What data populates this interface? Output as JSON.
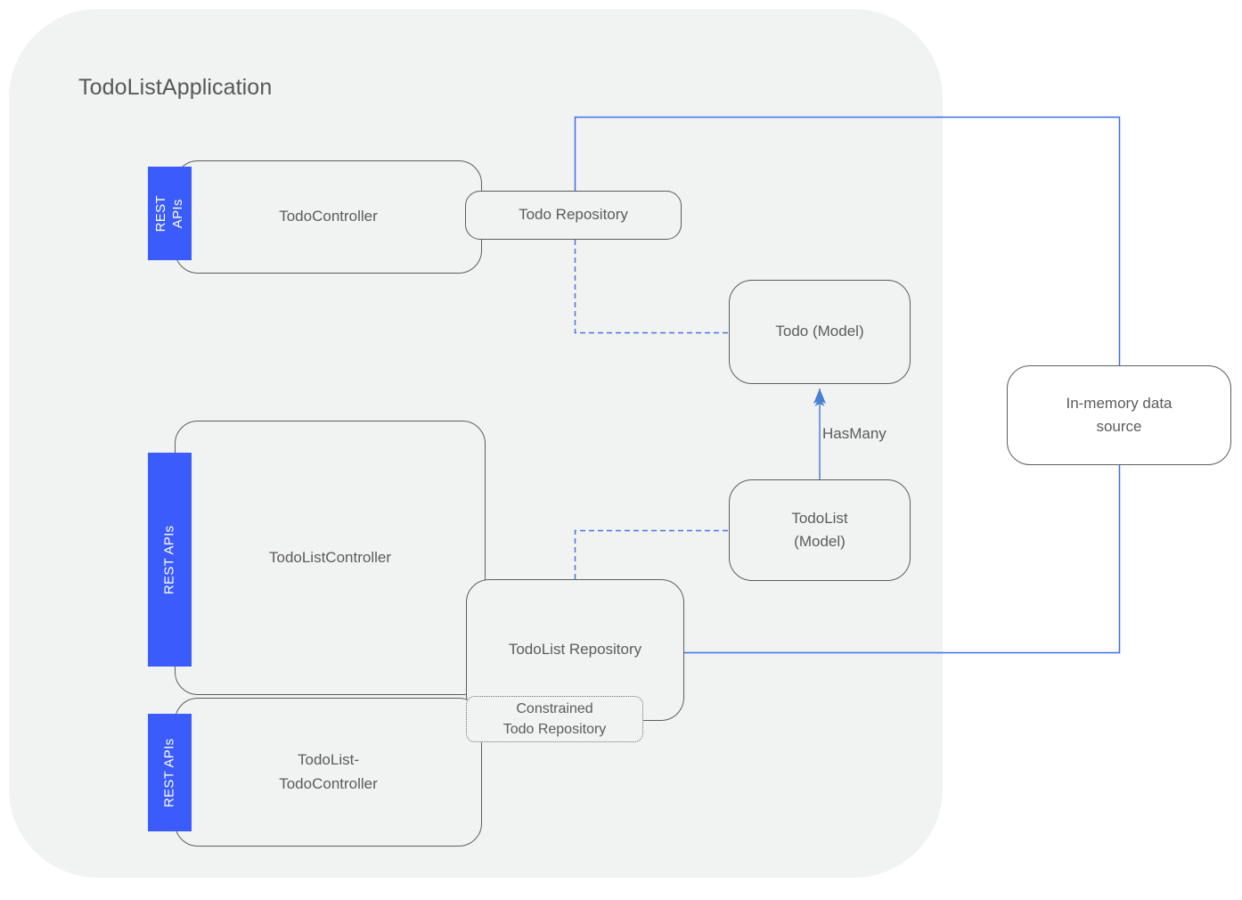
{
  "diagram": {
    "title": "TodoListApplication",
    "colors": {
      "container_bg": "#f1f3f2",
      "page_bg": "#ffffff",
      "node_border": "#5a5e5d",
      "node_text": "#5b5b5b",
      "badge_bg": "#3b5bfb",
      "badge_text": "#ffffff",
      "connector_solid": "#3b6fe8",
      "connector_dashed": "#4a72ea",
      "relation_arrow": "#4a80d0"
    }
  },
  "nodes": {
    "todo_controller": {
      "label": "TodoController"
    },
    "todo_repository": {
      "label": "Todo Repository"
    },
    "todo_model": {
      "label": "Todo (Model)"
    },
    "todolist_model": {
      "label": "TodoList\n(Model)",
      "line1": "TodoList",
      "line2": "(Model)"
    },
    "in_memory_data_source": {
      "label": "In-memory data\nsource",
      "line1": "In-memory data",
      "line2": "source"
    },
    "todolist_controller": {
      "label": "TodoListController"
    },
    "todolist_repository": {
      "label": "TodoList Repository"
    },
    "constrained_todo_repository": {
      "label": "Constrained\nTodo Repository",
      "line1": "Constrained",
      "line2": "Todo Repository"
    },
    "todolist_todo_controller": {
      "label": "TodoList-\nTodoController",
      "line1": "TodoList-",
      "line2": "TodoController"
    }
  },
  "badges": {
    "todo_controller_rest": {
      "label": "REST\nAPIs"
    },
    "todolist_controller_rest": {
      "label": "REST APIs"
    },
    "todolist_todo_controller_rest": {
      "label": "REST APIs"
    }
  },
  "edges": {
    "has_many": {
      "label": "HasMany"
    }
  }
}
